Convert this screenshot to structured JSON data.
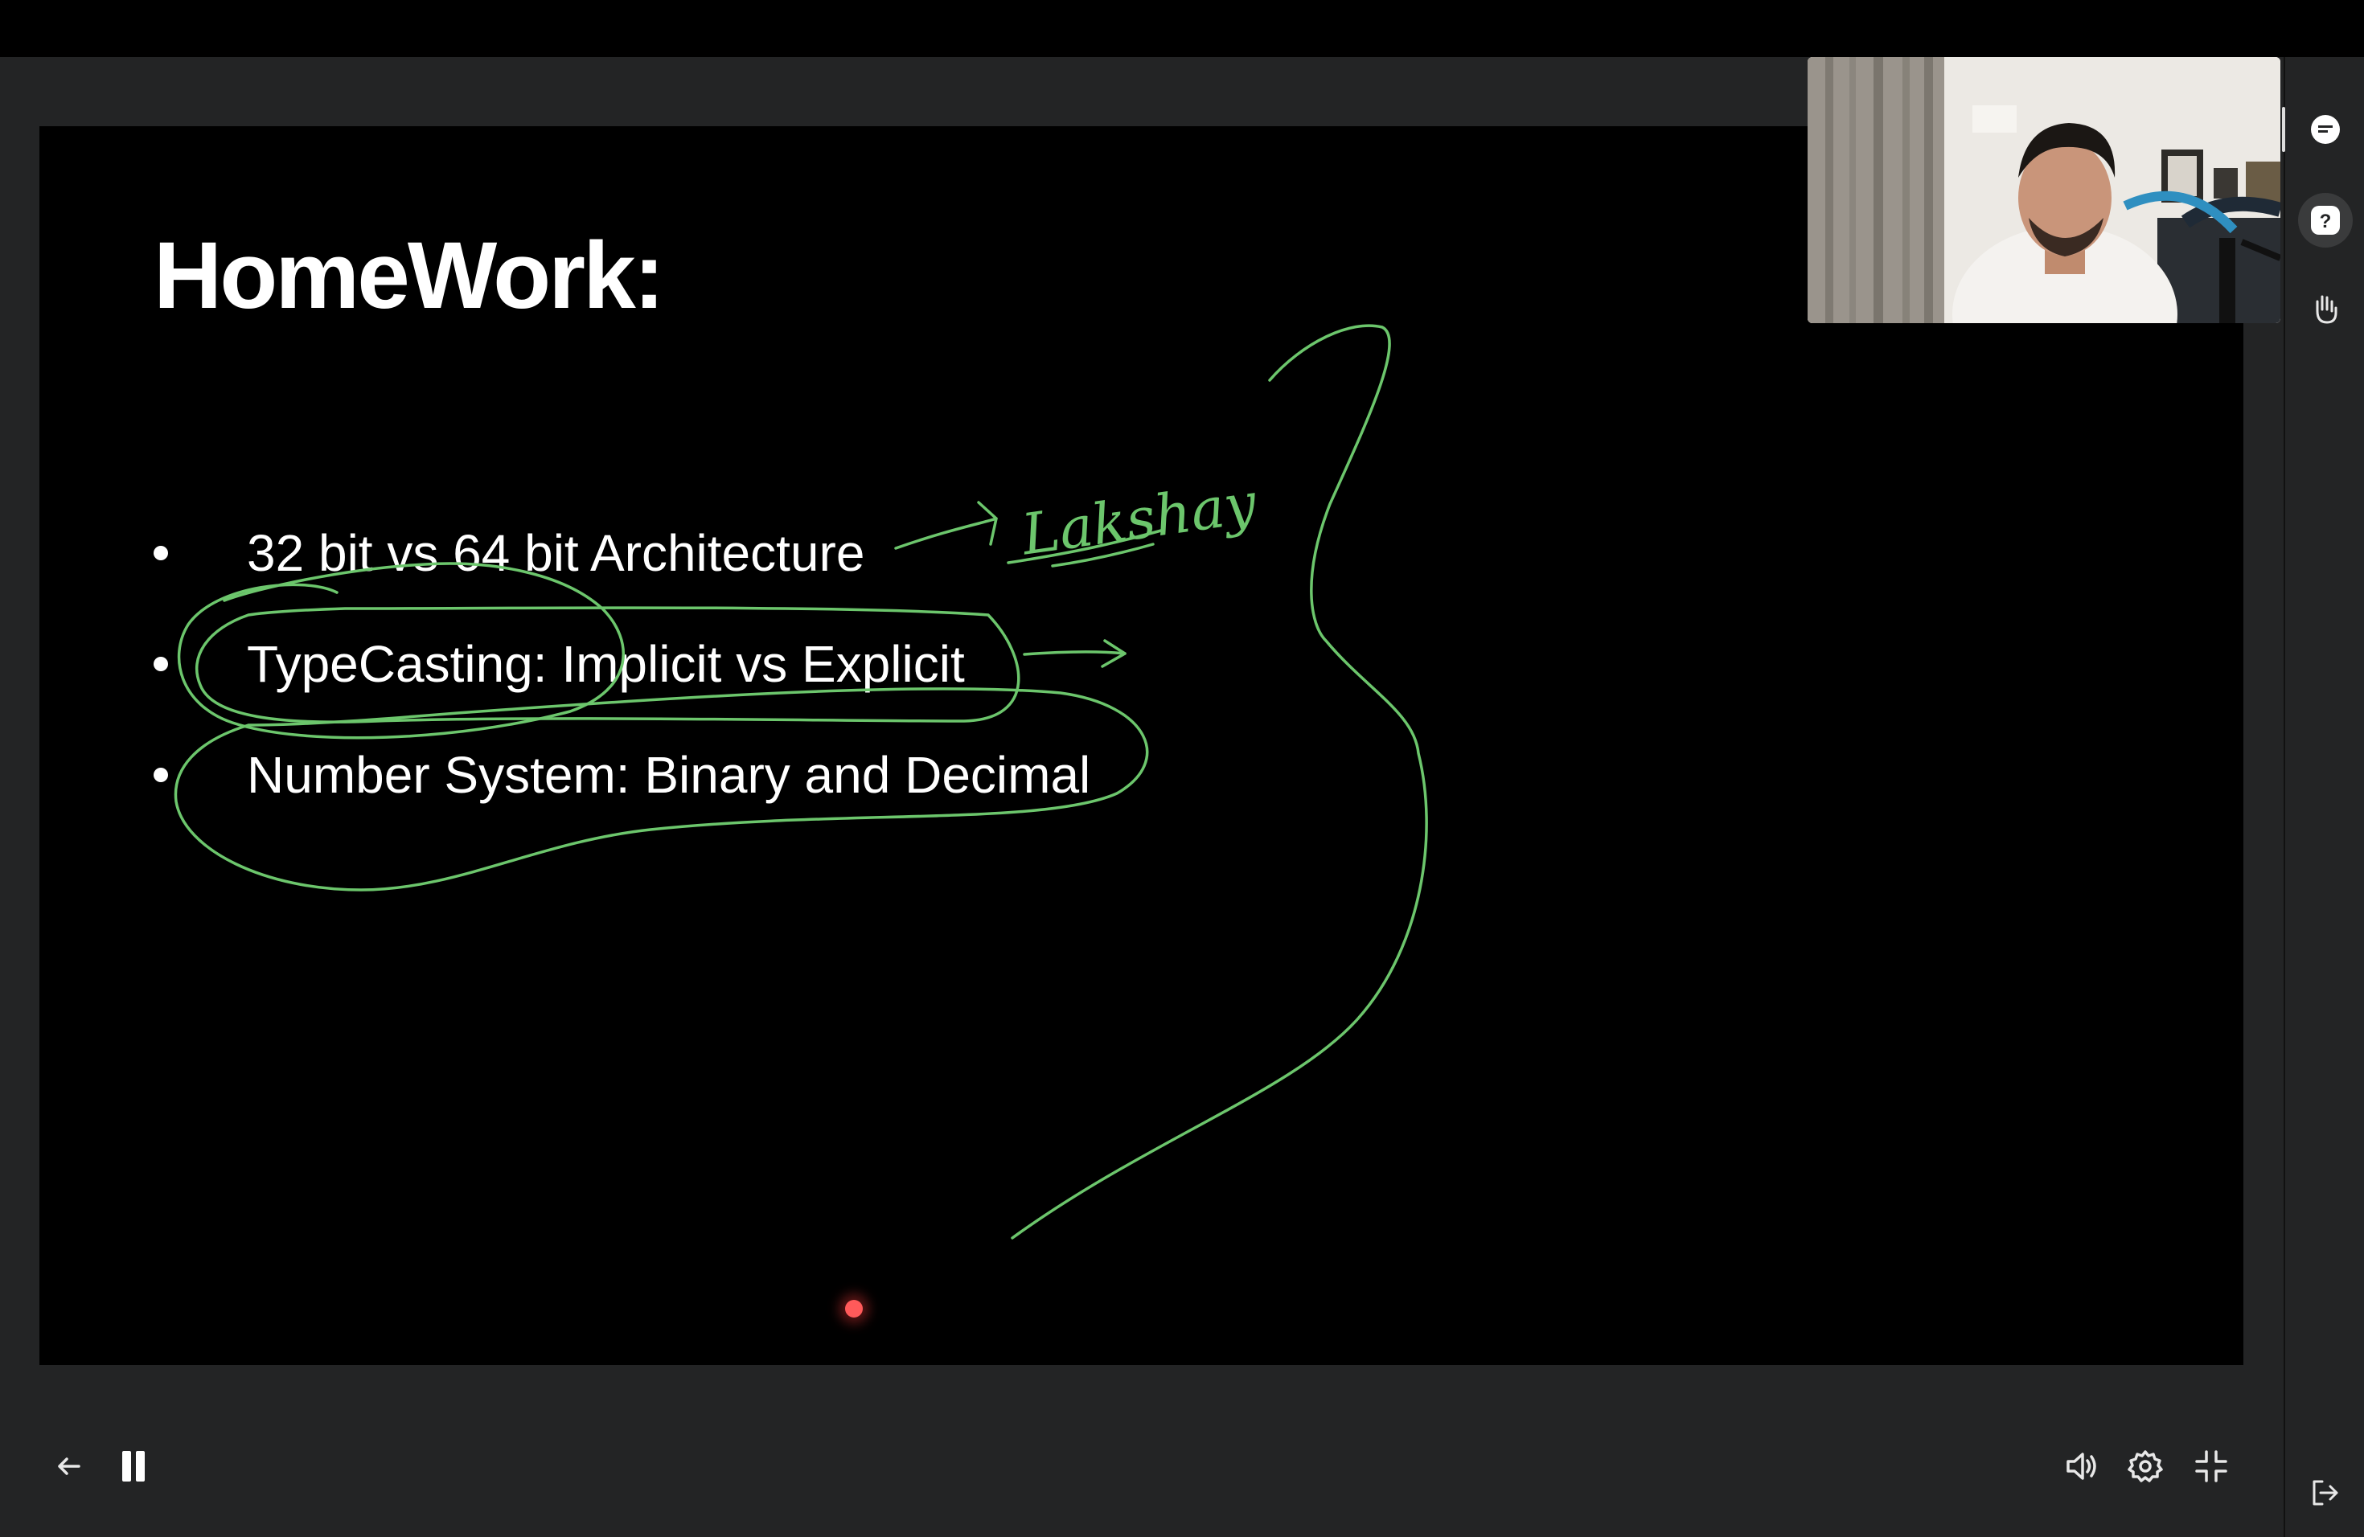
{
  "slide": {
    "title": "HomeWork:",
    "bullets": [
      "32 bit vs 64 bit Architecture",
      "TypeCasting: Implicit vs Explicit",
      "Number System: Binary and Decimal"
    ],
    "handwritten_note": "Lakshay",
    "ink_color": "#6cc66c"
  },
  "icons": {
    "back": "arrow-left-icon",
    "pause": "pause-icon",
    "volume": "volume-icon",
    "settings": "gear-icon",
    "exit_fullscreen": "exit-fullscreen-icon",
    "chat": "chat-icon",
    "doubt": "question-icon",
    "raise_hand": "raise-hand-icon",
    "leave": "leave-icon"
  }
}
